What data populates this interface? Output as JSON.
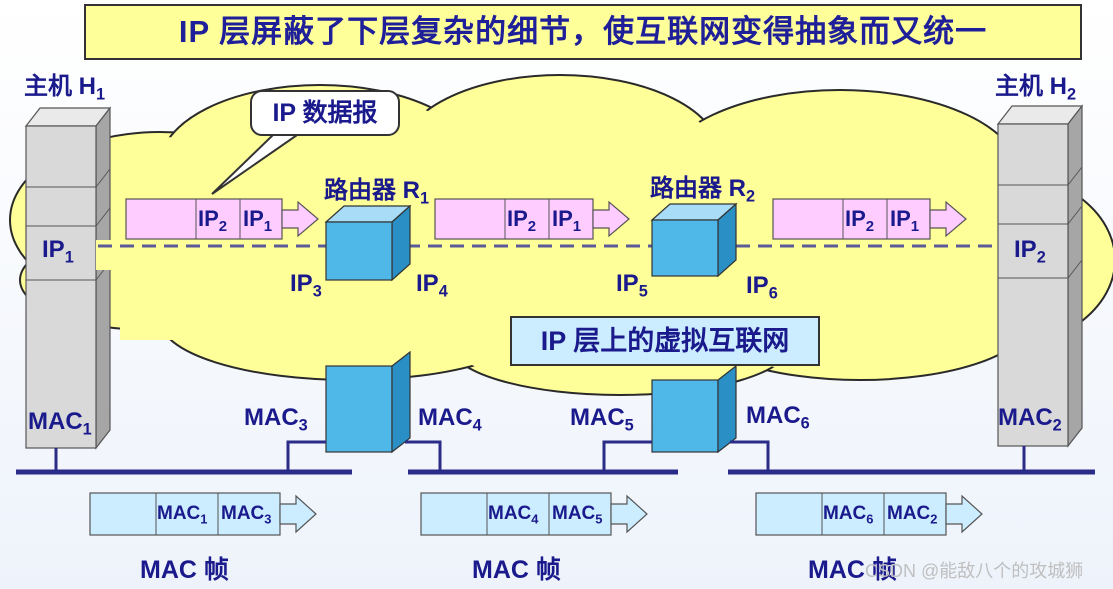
{
  "title": "IP 层屏蔽了下层复杂的细节，使互联网变得抽象而又统一",
  "callout": "IP 数据报",
  "virtual_net_label": "IP 层上的虚拟互联网",
  "host1": {
    "label": "主机 H",
    "sub": "1",
    "ip": "IP",
    "ip_sub": "1",
    "mac": "MAC",
    "mac_sub": "1"
  },
  "host2": {
    "label": "主机 H",
    "sub": "2",
    "ip": "IP",
    "ip_sub": "2",
    "mac": "MAC",
    "mac_sub": "2"
  },
  "router1": {
    "label": "路由器 R",
    "sub": "1",
    "ip_in": "IP",
    "ip_in_sub": "3",
    "ip_out": "IP",
    "ip_out_sub": "4",
    "mac_in": "MAC",
    "mac_in_sub": "3",
    "mac_out": "MAC",
    "mac_out_sub": "4"
  },
  "router2": {
    "label": "路由器 R",
    "sub": "2",
    "ip_in": "IP",
    "ip_in_sub": "5",
    "ip_out": "IP",
    "ip_out_sub": "6",
    "mac_in": "MAC",
    "mac_in_sub": "5",
    "mac_out": "MAC",
    "mac_out_sub": "6"
  },
  "datagrams": [
    {
      "dst": "IP",
      "dst_sub": "2",
      "src": "IP",
      "src_sub": "1"
    },
    {
      "dst": "IP",
      "dst_sub": "2",
      "src": "IP",
      "src_sub": "1"
    },
    {
      "dst": "IP",
      "dst_sub": "2",
      "src": "IP",
      "src_sub": "1"
    }
  ],
  "frames": [
    {
      "a": "MAC",
      "a_sub": "1",
      "b": "MAC",
      "b_sub": "3",
      "caption": "MAC 帧"
    },
    {
      "a": "MAC",
      "a_sub": "4",
      "b": "MAC",
      "b_sub": "5",
      "caption": "MAC 帧"
    },
    {
      "a": "MAC",
      "a_sub": "6",
      "b": "MAC",
      "b_sub": "2",
      "caption": "MAC 帧"
    }
  ],
  "watermark": "CSDN @能敌八个的攻城狮",
  "colors": {
    "cloud": "#ffff99",
    "title_bg": "#ffff99",
    "host": "#d9d9d9",
    "router_front": "#4fb8e8",
    "router_top": "#a9ddf7",
    "router_side": "#2a8fc4",
    "datagram": "#ffccff",
    "frame": "#ccecff",
    "text": "#1a1a8c",
    "network": "#2b2b88"
  }
}
